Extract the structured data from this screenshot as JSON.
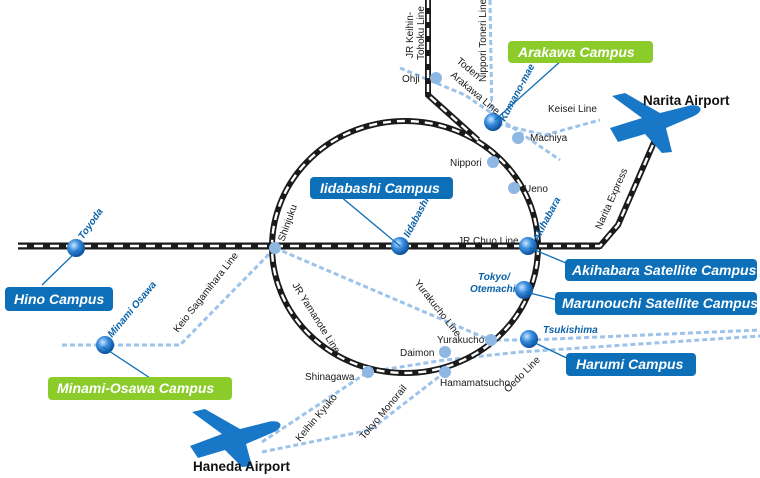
{
  "colors": {
    "rail_dark": "#1a1a1a",
    "rail_light_blue": "#9cc3ea",
    "campus_blue": "#0c6fb8",
    "campus_green": "#8ccc2a",
    "station_blue": "#1975c9",
    "station_light": "#8fb7e3"
  },
  "stations": {
    "toyoda": "Toyoda",
    "minami_osawa": "Minami Osawa",
    "shinjuku": "Shinjuku",
    "iidabashi": "Iidabashi",
    "akihabara": "Akihabara",
    "tokyo": "Tokyo/",
    "otemachi": "Otemachi",
    "ueno": "Ueno",
    "nippori": "Nippori",
    "machiya": "Machiya",
    "ohji": "Ohji",
    "kumano_mae": "Kumano-mae",
    "yurakucho": "Yurakucho",
    "tsukishima": "Tsukishima",
    "daimon": "Daimon",
    "hamamatsucho": "Hamamatsucho",
    "shinagawa": "Shinagawa"
  },
  "lines": {
    "keio_sagamihara": "Keio Sagamihara Line",
    "jr_yamanote": "JR Yamanote Line",
    "jr_chuo": "JR Chuo Line",
    "yurakucho_line": "Yurakucho Line",
    "oedo": "Oedo Line",
    "keihin_kyuko": "Keihin Kyuko",
    "tokyo_monorail": "Tokyo Monorail",
    "narita_express": "Narita Express",
    "keisei": "Keisei Line",
    "toden_1": "Toden",
    "toden_2": "Arakawa Line",
    "jr_keihin_1": "JR Keihin-",
    "jr_keihin_2": "Tohoku Line",
    "nippori_toneri": "Nippori Toneri Liner"
  },
  "airports": {
    "narita": "Narita Airport",
    "haneda": "Haneda Airport"
  },
  "campuses": {
    "arakawa": "Arakawa Campus",
    "iidabashi": "Iidabashi Campus",
    "hino": "Hino Campus",
    "minami_osawa": "Minami-Osawa Campus",
    "akihabara_satellite": "Akihabara Satellite Campus",
    "marunouchi_satellite": "Marunouchi Satellite Campus",
    "harumi": "Harumi Campus"
  },
  "icons": [
    "airplane-icon",
    "station-marker-icon"
  ]
}
